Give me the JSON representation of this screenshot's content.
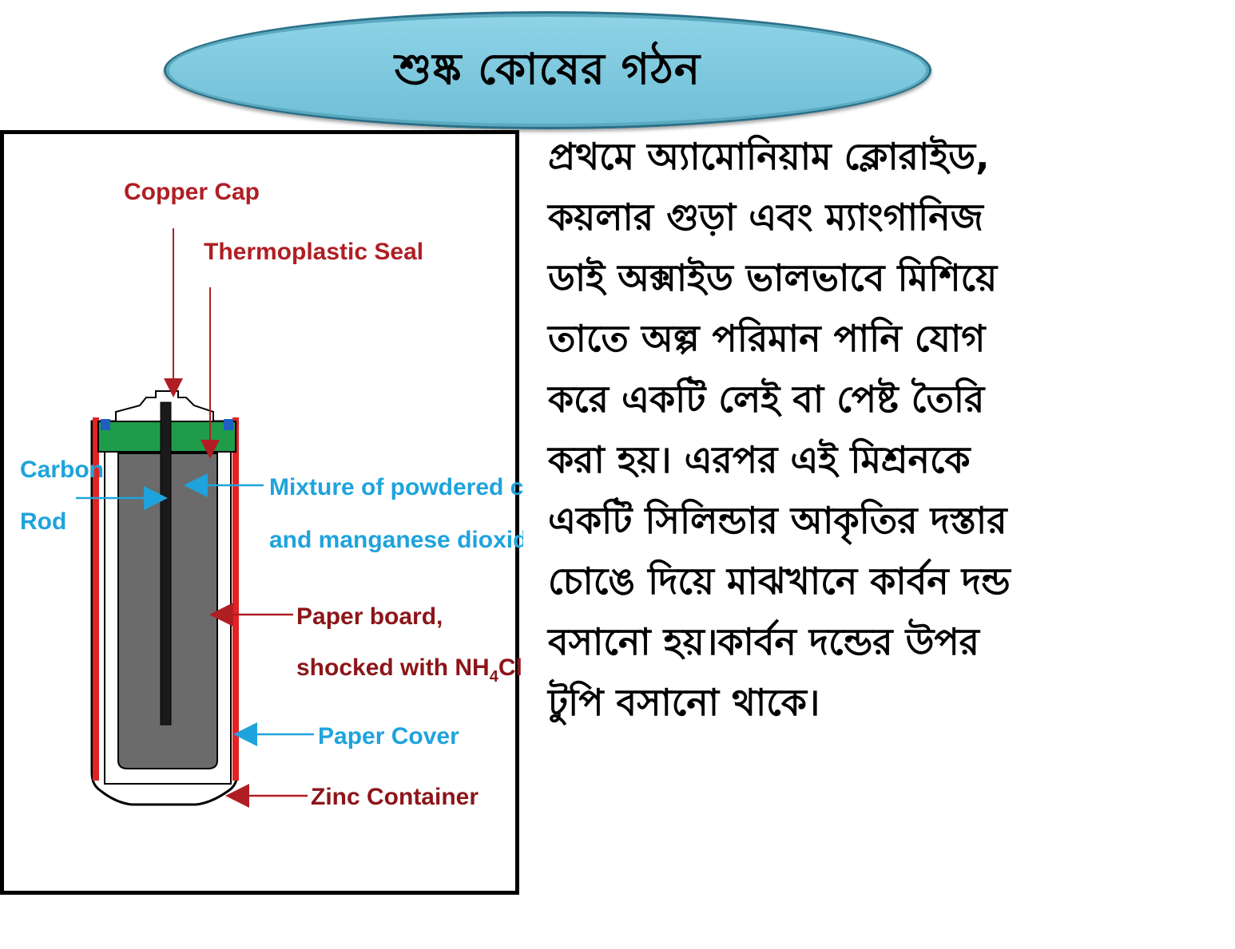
{
  "title": "শুষ্ক কোষের গঠন",
  "diagram": {
    "labels": {
      "copper_cap": "Copper Cap",
      "thermoplastic_seal": "Thermoplastic Seal",
      "carbon_rod_1": "Carbon",
      "carbon_rod_2": "Rod",
      "mixture_1": "Mixture of powdered carbon",
      "mixture_2": "and manganese dioxide",
      "paper_board_1": "Paper board,",
      "paper_board_2": "shocked with NH",
      "paper_board_sub": "4",
      "paper_board_3": "Cl",
      "paper_cover": "Paper Cover",
      "zinc_container": "Zinc Container"
    },
    "colors": {
      "label_red": "#b01e23",
      "label_blue": "#1fa3dc",
      "zinc": "#e02424",
      "seal": "#1f9c4a",
      "mixture": "#6b6b6b",
      "rod": "#1a1a1a"
    }
  },
  "paragraph": [
    "প্রথমে অ্যামোনিয়াম ক্লোরাইড,",
    "কয়লার গুড়া এবং ম্যাংগানিজ",
    "ডাই অক্সাইড ভালভাবে মিশিয়ে",
    "তাতে অল্প পরিমান পানি যোগ",
    "করে একটি লেই বা পেষ্ট তৈরি",
    "করা হয়। এরপর এই মিশ্রনকে",
    "একটি সিলিন্ডার আকৃতির দস্তার",
    "চোঙে দিয়ে মাঝখানে কার্বন দন্ড",
    "বসানো হয়।কার্বন দন্ডের উপর",
    "টুপি বসানো থাকে।"
  ]
}
